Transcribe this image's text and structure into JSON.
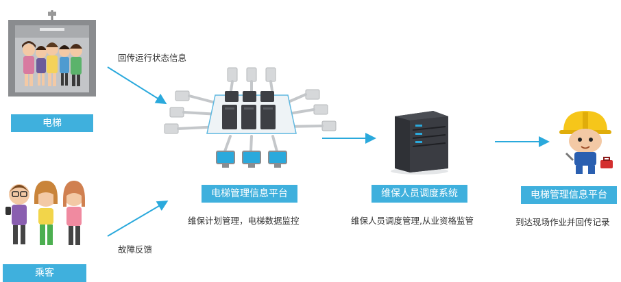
{
  "colors": {
    "accent": "#3fb0dd",
    "label_bg": "#3fb0dd",
    "arrow": "#2aa9dc"
  },
  "nodes": {
    "elevator": {
      "label": "电梯"
    },
    "passenger": {
      "label": "乘客"
    },
    "platform": {
      "label": "电梯管理信息平台",
      "caption": "维保计划管理，电梯数据监控"
    },
    "dispatch": {
      "label": "维保人员调度系统",
      "caption": "维保人员调度管理,从业资格监管"
    },
    "worker": {
      "label": "电梯管理信息平台",
      "caption": "到达现场作业并回传记录"
    }
  },
  "edges": {
    "elevator_to_platform": "回传运行状态信息",
    "passenger_to_platform": "故障反馈"
  }
}
